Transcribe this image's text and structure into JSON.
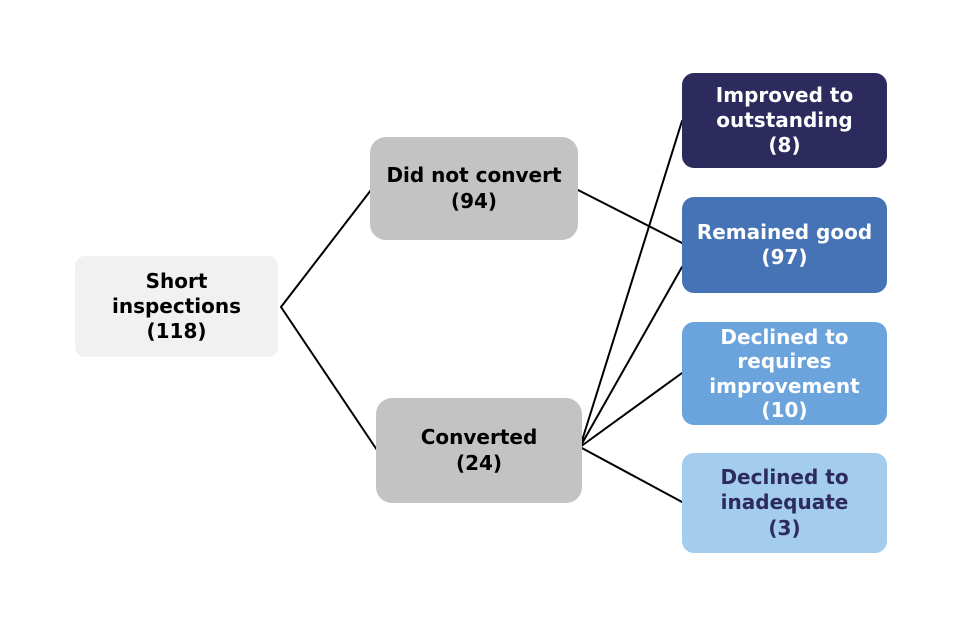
{
  "diagram": {
    "line_color": "#000000",
    "nodes": [
      {
        "id": "short-inspections",
        "lines": [
          "Short",
          "inspections",
          "(118)"
        ],
        "label": "Short inspections",
        "count": 118,
        "bg": "#f1f1f1",
        "fg": "#000000"
      },
      {
        "id": "did-not-convert",
        "lines": [
          "Did not convert",
          "(94)"
        ],
        "label": "Did not convert",
        "count": 94,
        "bg": "#c3c3c3",
        "fg": "#000000"
      },
      {
        "id": "converted",
        "lines": [
          "Converted",
          "(24)"
        ],
        "label": "Converted",
        "count": 24,
        "bg": "#c3c3c3",
        "fg": "#000000"
      },
      {
        "id": "improved-to-outstanding",
        "lines": [
          "Improved to",
          "outstanding",
          "(8)"
        ],
        "label": "Improved to outstanding",
        "count": 8,
        "bg": "#2d2b5e",
        "fg": "#ffffff"
      },
      {
        "id": "remained-good",
        "lines": [
          "Remained good",
          "(97)"
        ],
        "label": "Remained good",
        "count": 97,
        "bg": "#4573b5",
        "fg": "#ffffff"
      },
      {
        "id": "declined-to-requires-improvement",
        "lines": [
          "Declined to",
          "requires",
          "improvement",
          "(10)"
        ],
        "label": "Declined to requires improvement",
        "count": 10,
        "bg": "#6ba3dc",
        "fg": "#ffffff"
      },
      {
        "id": "declined-to-inadequate",
        "lines": [
          "Declined to",
          "inadequate",
          "(3)"
        ],
        "label": "Declined to inadequate",
        "count": 3,
        "bg": "#a3cced",
        "fg": "#2d2b5e"
      }
    ],
    "edges": [
      {
        "from": "short-inspections",
        "to": "did-not-convert"
      },
      {
        "from": "short-inspections",
        "to": "converted"
      },
      {
        "from": "did-not-convert",
        "to": "remained-good"
      },
      {
        "from": "converted",
        "to": "improved-to-outstanding"
      },
      {
        "from": "converted",
        "to": "remained-good"
      },
      {
        "from": "converted",
        "to": "declined-to-requires-improvement"
      },
      {
        "from": "converted",
        "to": "declined-to-inadequate"
      }
    ]
  }
}
